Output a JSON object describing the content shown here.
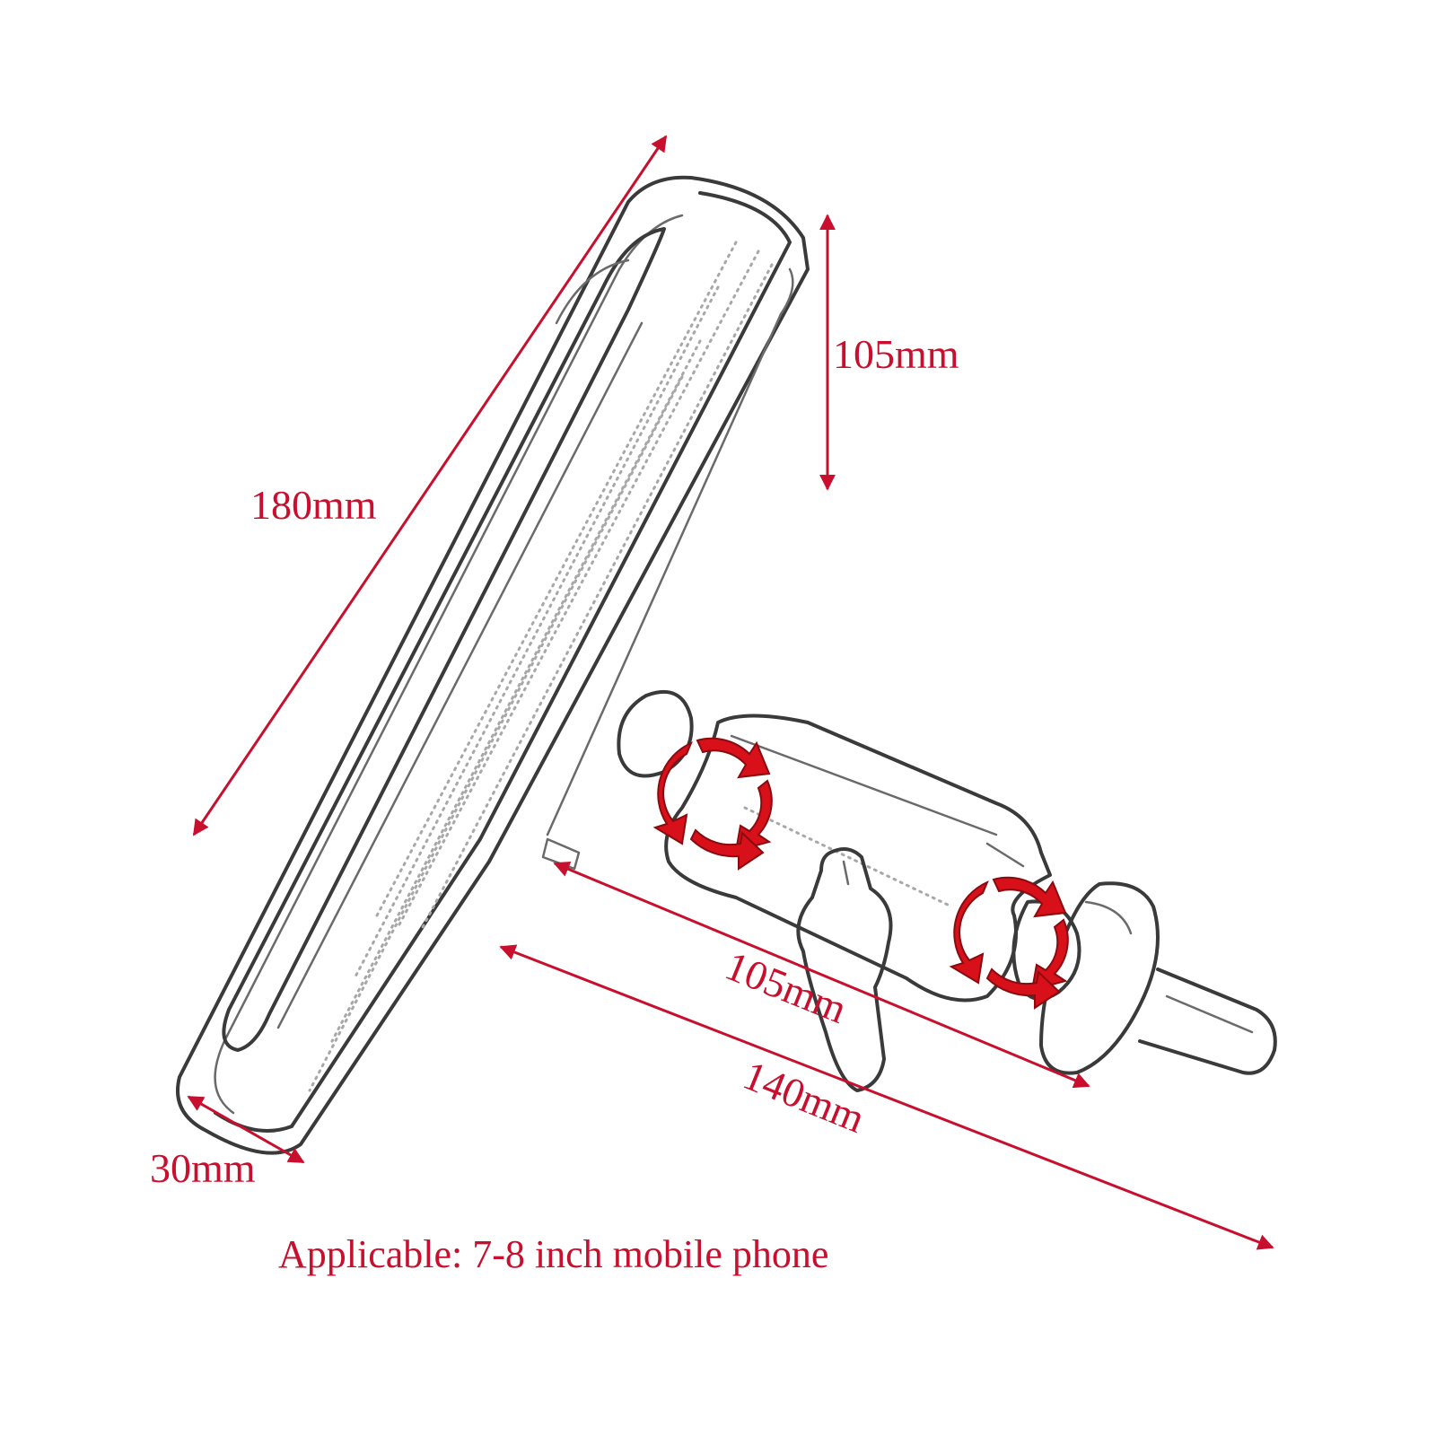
{
  "colors": {
    "dimension_red": "#c8102e",
    "outline": "#3a3a3a",
    "background": "#ffffff"
  },
  "dimensions": {
    "length": "180mm",
    "width": "105mm",
    "thickness": "30mm",
    "arm_length": "105mm",
    "total_depth": "140mm"
  },
  "caption": "Applicable: 7-8 inch mobile phone",
  "icons": [
    "rotate-arrows-icon",
    "rotate-arrows-icon"
  ]
}
